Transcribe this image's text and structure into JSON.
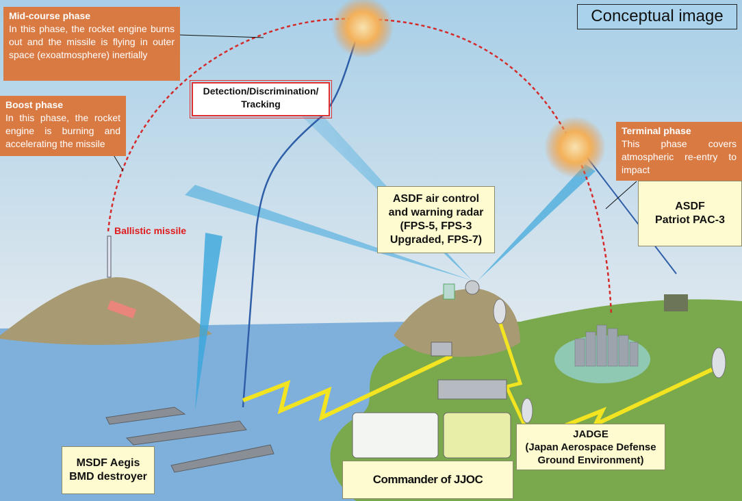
{
  "title_badge": "Conceptual image",
  "phases": {
    "mid_course": {
      "title": "Mid-course phase",
      "text": "In this phase, the rocket engine burns out and the missile is flying in outer space (exoatmosphere) inertially"
    },
    "boost": {
      "title": "Boost phase",
      "text": "In this phase, the rocket engine is burning and accelerating the missile"
    },
    "terminal": {
      "title": "Terminal phase",
      "text": "This phase covers atmospheric re-entry to impact"
    }
  },
  "detection_label": {
    "line1": "Detection/Discrimination/",
    "line2": "Tracking"
  },
  "ballistic_missile_label": "Ballistic missile",
  "radar_label": {
    "lines": [
      "ASDF air control",
      "and warning radar",
      "(FPS-5, FPS-3",
      "Upgraded, FPS-7)"
    ]
  },
  "patriot_label": {
    "lines": [
      "ASDF",
      "Patriot PAC-3"
    ]
  },
  "aegis_label": {
    "lines": [
      "MSDF Aegis",
      "BMD destroyer"
    ]
  },
  "jadge_label": {
    "lines": [
      "JADGE",
      "(Japan Aerospace Defense",
      "Ground Environment)"
    ]
  },
  "jjoc_label": "Commander of JJOC",
  "colors": {
    "phase_box": "#d97a43",
    "label_box": "#fdfbcf",
    "trajectory": "#d42a2a",
    "radar_beam": "#3aa6dc",
    "datalink": "#f2e421",
    "interceptor_track": "#2e5ea8",
    "sky": "#a9cfe6",
    "sea": "#7fb0dc",
    "land": "#7aa84c",
    "hill": "#a89a72"
  }
}
